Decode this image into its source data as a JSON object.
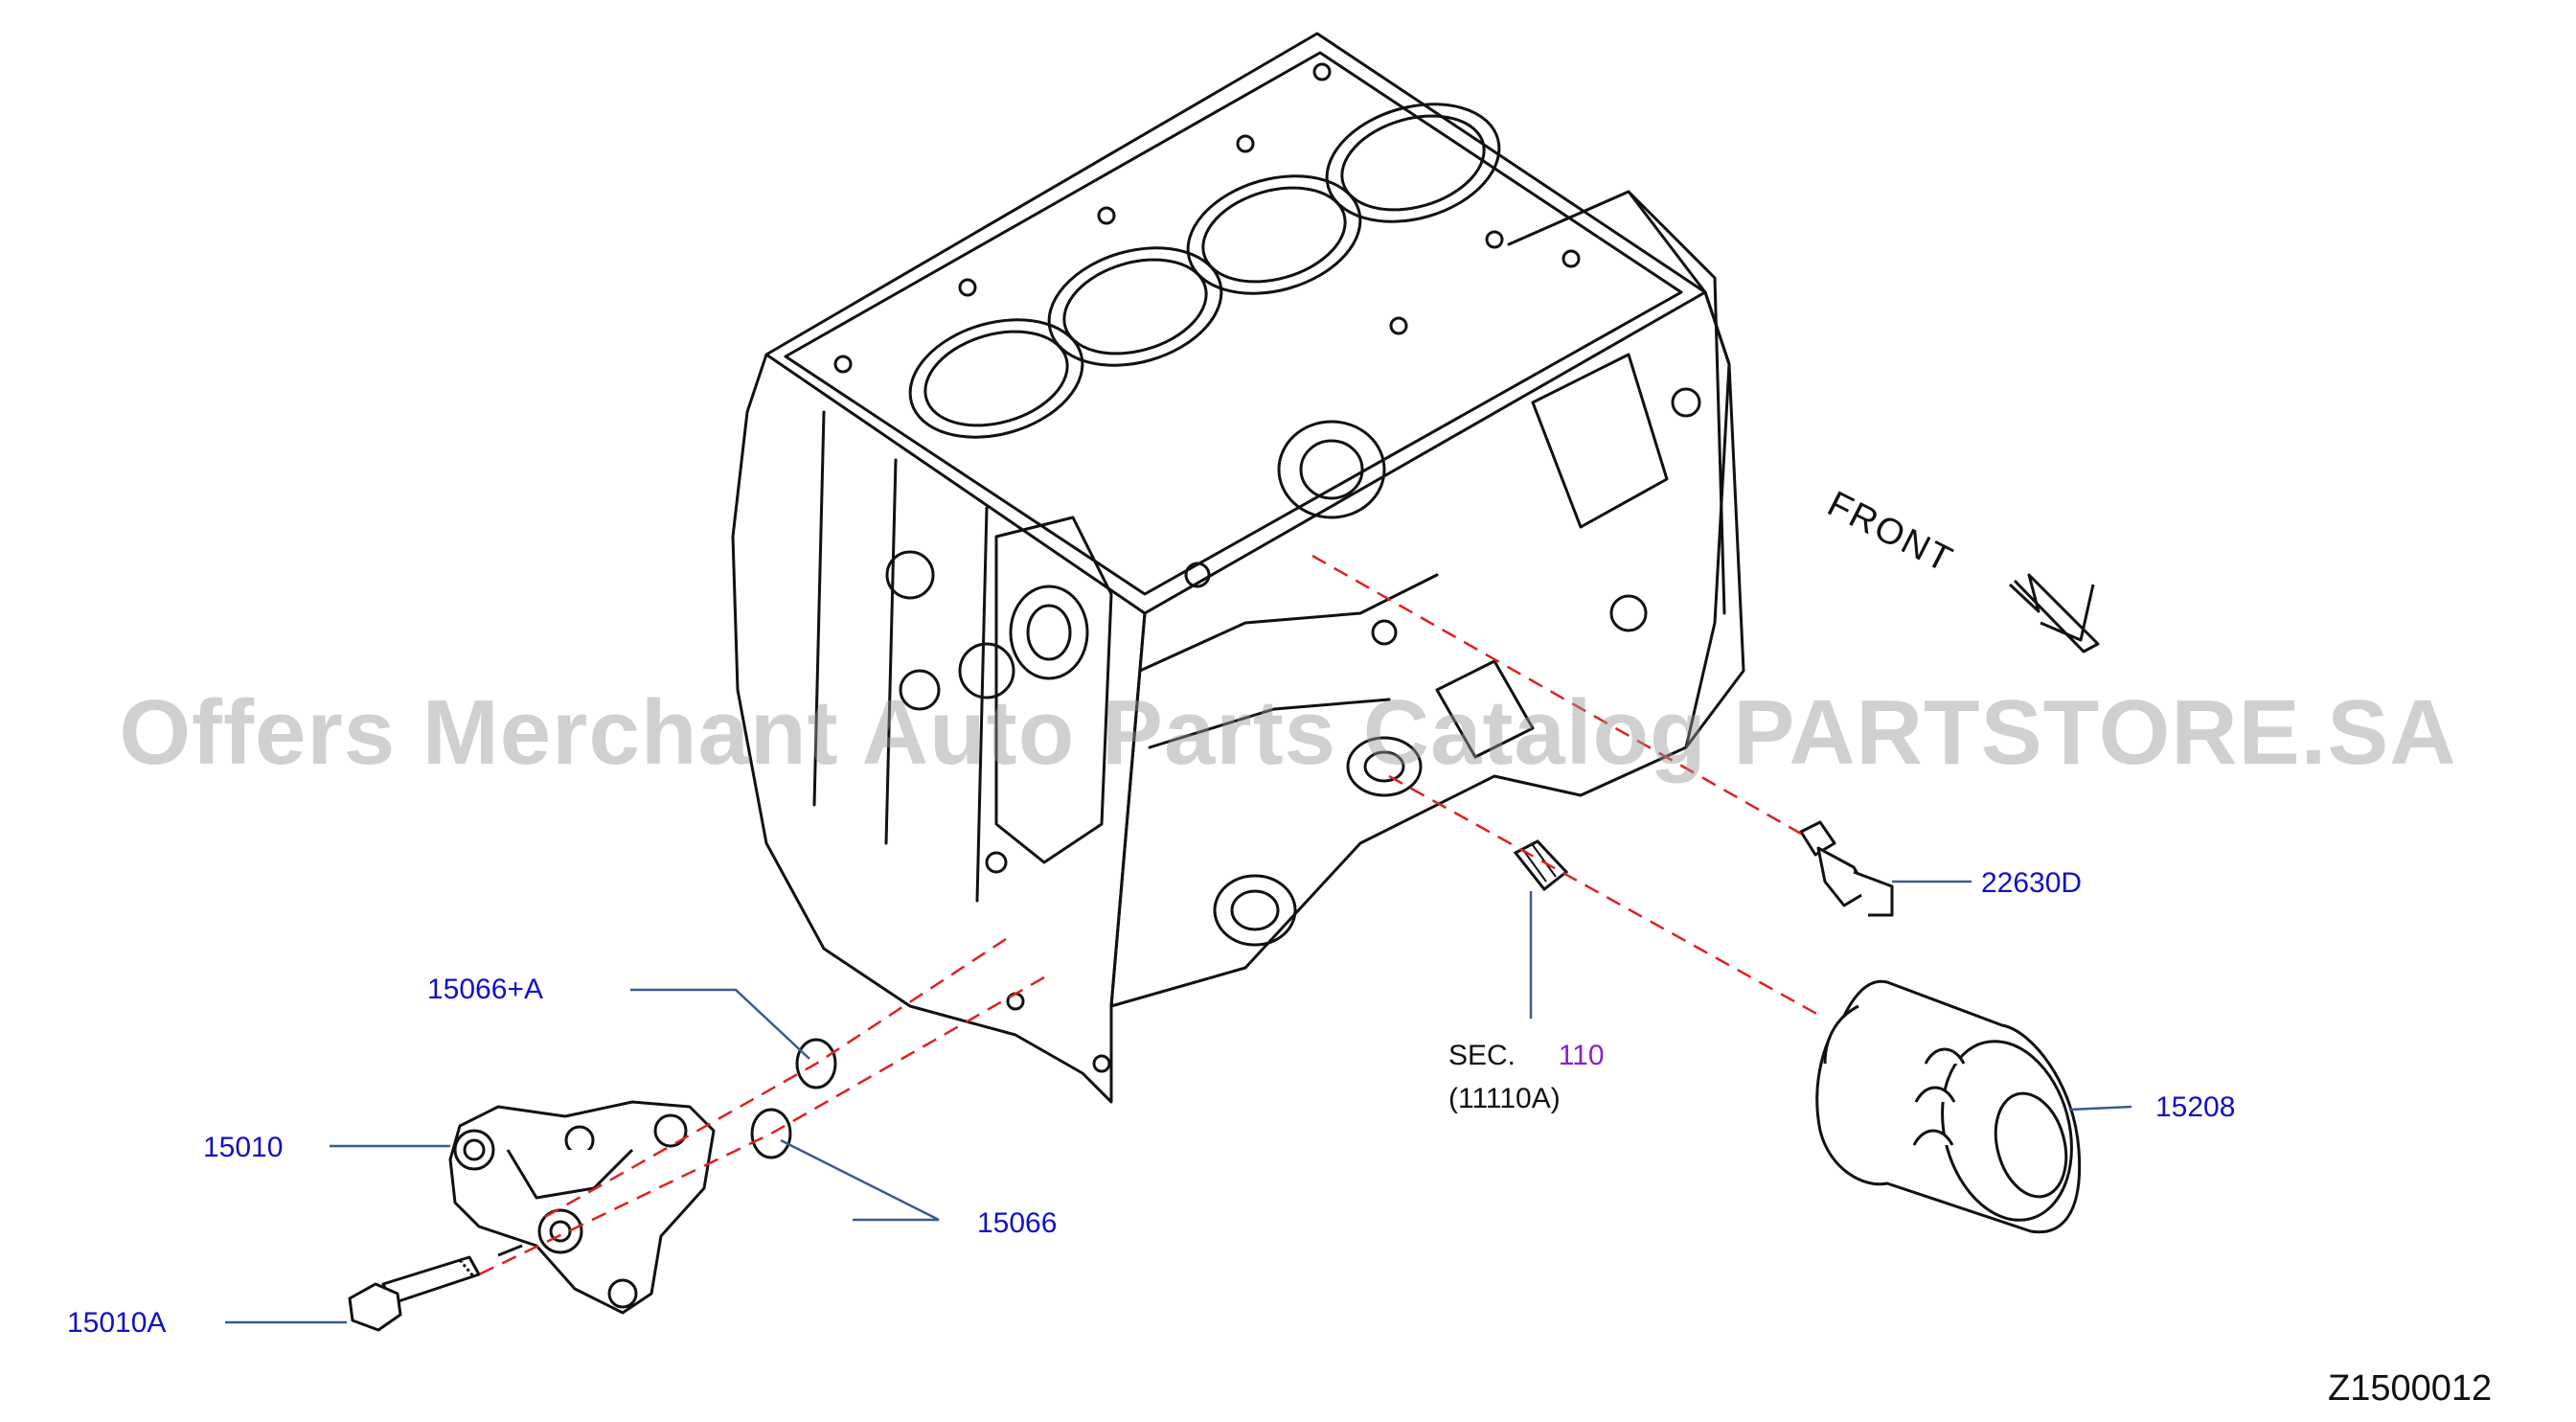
{
  "watermark": "Offers Merchant Auto Parts Catalog PARTSTORE.SA",
  "front_label": "FRONT",
  "figure_id": "Z1500012",
  "callouts": {
    "p15066a": "15066+A",
    "p15010": "15010",
    "p15010a": "15010A",
    "p15066": "15066",
    "p22630d": "22630D",
    "p15208": "15208"
  },
  "section_ref": {
    "prefix": "SEC.",
    "number": "110",
    "sub": "(11110A)"
  },
  "colors": {
    "callout": "#1010c8",
    "section_link": "#8a1fc9",
    "leader": "#3a5a90",
    "dash": "#e02020",
    "ink": "#111111"
  }
}
